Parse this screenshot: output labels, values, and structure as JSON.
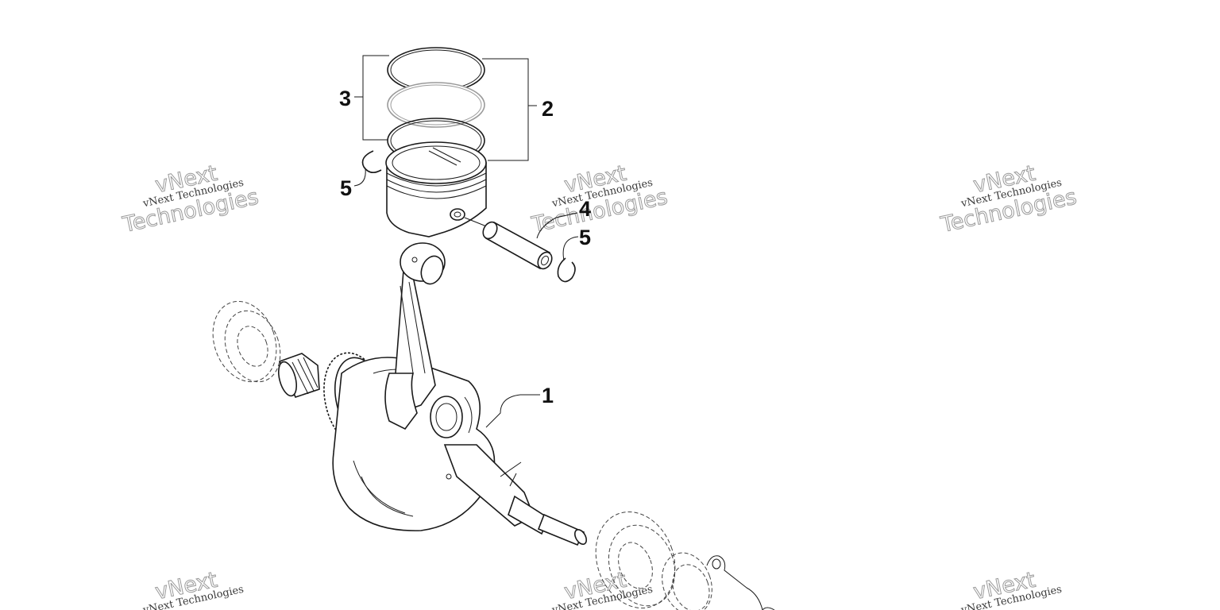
{
  "callouts": {
    "c1": "1",
    "c2": "2",
    "c3": "3",
    "c4": "4",
    "c5a": "5",
    "c5b": "5"
  },
  "watermark": {
    "line_small": "vNext Technologies",
    "line_big": "Technologies",
    "line_top": "vNext"
  },
  "colors": {
    "background": "#ffffff",
    "line": "#1a1a1a",
    "watermark": "#9a9a9a"
  }
}
